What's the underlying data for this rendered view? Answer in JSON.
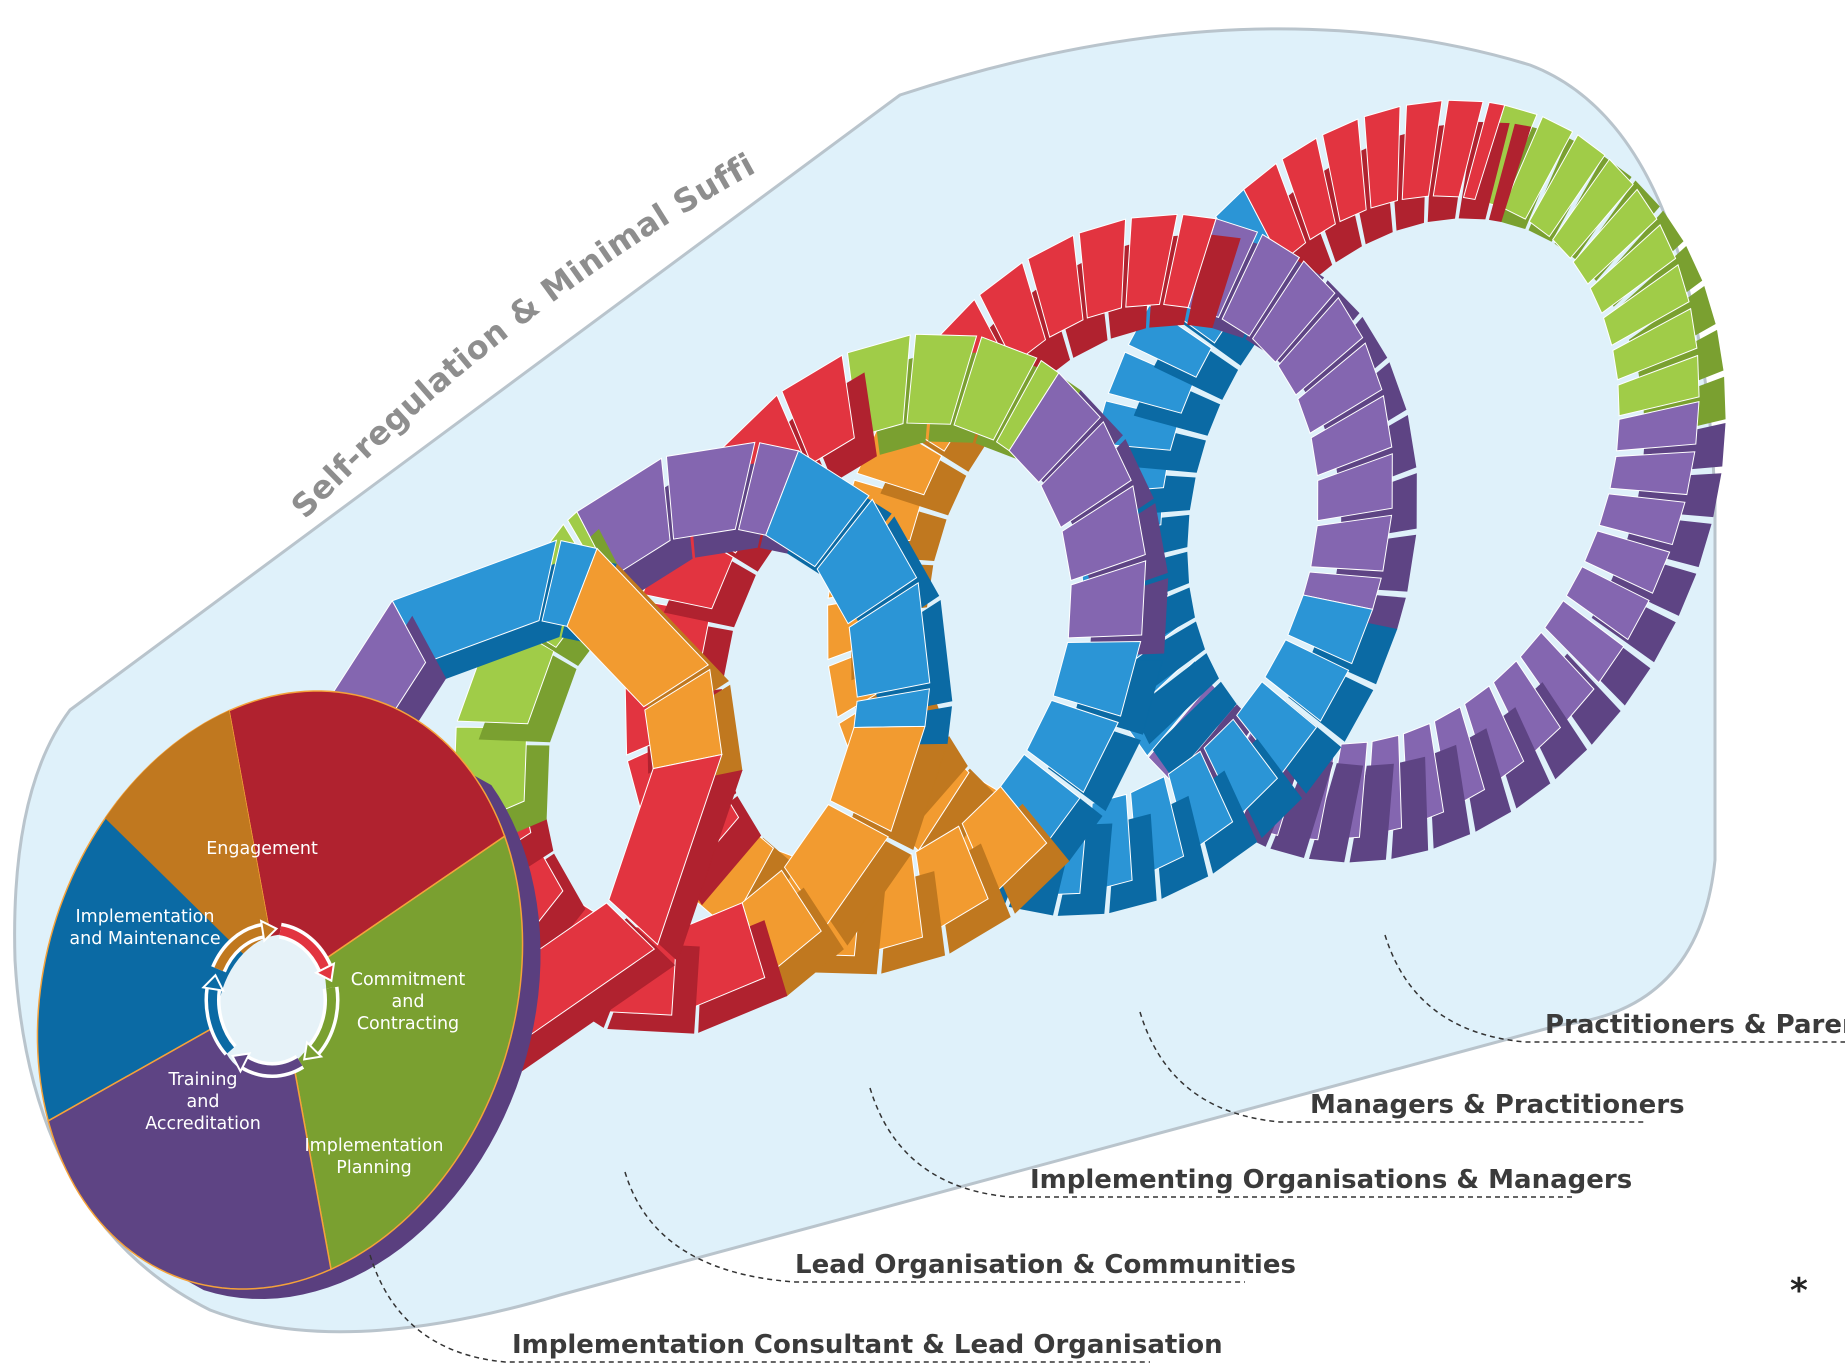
{
  "title_arc": "Self-regulation & Minimal Sufficiency",
  "asterisk": "*",
  "colors": {
    "red": "#b0222f",
    "red_light": "#e23440",
    "green": "#7aa030",
    "green_light": "#a0cc48",
    "blue": "#0b6aa4",
    "blue_light": "#2b95d6",
    "purple": "#5e4484",
    "purple_light": "#8466b0",
    "orange": "#c0781f",
    "orange_light": "#f29b30",
    "cone_fill": "#dff1fa",
    "cone_stroke": "#b9c4cc"
  },
  "pie_segments": [
    {
      "id": "engagement",
      "lines": [
        "Engagement"
      ],
      "color": "red"
    },
    {
      "id": "commitment",
      "lines": [
        "Commitment",
        "and",
        "Contracting"
      ],
      "color": "green"
    },
    {
      "id": "planning",
      "lines": [
        "Implementation",
        "Planning"
      ],
      "color": "purple"
    },
    {
      "id": "training",
      "lines": [
        "Training",
        "and",
        "Accreditation"
      ],
      "color": "blue"
    },
    {
      "id": "maintenance",
      "lines": [
        "Implementation",
        "and Maintenance"
      ],
      "color": "orange"
    }
  ],
  "levels": [
    {
      "label": "Implementation Consultant & Lead Organisation"
    },
    {
      "label": "Lead Organisation & Communities"
    },
    {
      "label": "Implementing Organisations & Managers"
    },
    {
      "label": "Managers & Practitioners"
    },
    {
      "label": "Practitioners & Parents"
    }
  ]
}
